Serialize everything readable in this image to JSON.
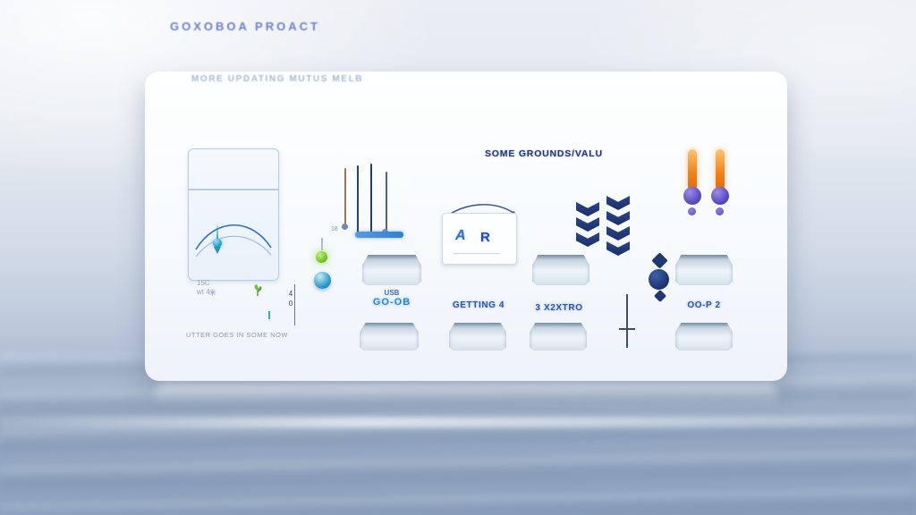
{
  "window": {
    "title": "GOXOBOA PROACT"
  },
  "card": {
    "header": "MORE UPDATING MUTUS MELB",
    "chart": {
      "caption_line1": "15C",
      "caption_line2": "wt 4"
    },
    "bar_value": "18",
    "center_title": "SOME GROUNDS/VALU",
    "mini_panel": {
      "glyph_left": "A",
      "glyph_right": "R"
    },
    "slot_labels": {
      "l1_top": "USB",
      "l1_bottom": "GO-OB",
      "l2": "GETTING 4",
      "l3": "3 X2XTRO",
      "l4": "OO-P 2"
    },
    "micro": {
      "value_top": "4",
      "value_bottom": "0",
      "footnote": "UTTER GOES IN SOME NOW"
    }
  },
  "icons": {
    "flower": "✳"
  },
  "colors": {
    "accent_blue": "#2e7fd6",
    "navy": "#22346f",
    "orange": "#f0831e",
    "purple": "#5b4fc0",
    "green": "#7ac32f",
    "teal": "#2a9cc9",
    "card_bg": "#f7fafd",
    "background_steel": "#8ca1be"
  }
}
